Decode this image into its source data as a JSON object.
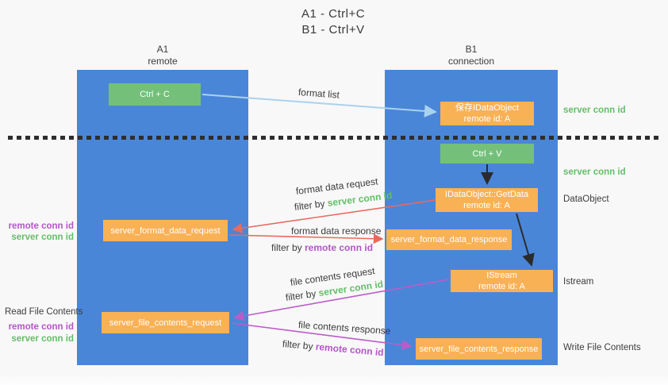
{
  "title": {
    "line1": "A1 - Ctrl+C",
    "line2": "B1 - Ctrl+V"
  },
  "lanes": {
    "left": {
      "name": "A1",
      "role": "remote"
    },
    "right": {
      "name": "B1",
      "role": "connection"
    }
  },
  "nodes": {
    "ctrl_c": {
      "label": "Ctrl + C"
    },
    "ctrl_v": {
      "label": "Ctrl + V"
    },
    "save_dataobject": {
      "line1": "保存IDataObject",
      "line2": "remote id: A"
    },
    "getdata": {
      "line1": "IDataObject::GetData",
      "line2": "remote id: A"
    },
    "istream": {
      "line1": "IStream",
      "line2": "remote id: A"
    },
    "server_format_data_request": {
      "label": "server_format_data_request"
    },
    "server_format_data_response": {
      "label": "server_format_data_response"
    },
    "server_file_contents_request": {
      "label": "server_file_contents_request"
    },
    "server_file_contents_response": {
      "label": "server_file_contents_response"
    }
  },
  "arrow_labels": {
    "format_list": "format list",
    "format_data_request": "format data request",
    "format_data_response": "format data response",
    "file_contents_request": "file contents request",
    "file_contents_response": "file contents response",
    "filter_by": "filter by ",
    "server_conn_id": "server conn id",
    "remote_conn_id": "remote conn id"
  },
  "side_labels": {
    "left": {
      "remote_conn_id": "remote conn id",
      "server_conn_id": "server conn id",
      "read_file_contents": "Read File Contents",
      "remote_conn_id2": "remote conn id",
      "server_conn_id2": "server conn id"
    },
    "right": {
      "server_conn_id_top": "server conn id",
      "server_conn_id_mid": "server conn id",
      "dataobject": "DataObject",
      "istream": "Istream",
      "write_file_contents": "Write File Contents"
    }
  },
  "colors": {
    "background": "#f8f8f8",
    "lane_blue": "#4a86d8",
    "node_green": "#74c07a",
    "node_orange": "#f9b156",
    "arrow_light_blue": "#a9d2ee",
    "arrow_red": "#e86a5e",
    "arrow_purple": "#bb5cc8",
    "arrow_black": "#2b2b2b",
    "text_green": "#64be69",
    "text_purple": "#b455c8",
    "dotted_line": "#2e2e2e"
  }
}
